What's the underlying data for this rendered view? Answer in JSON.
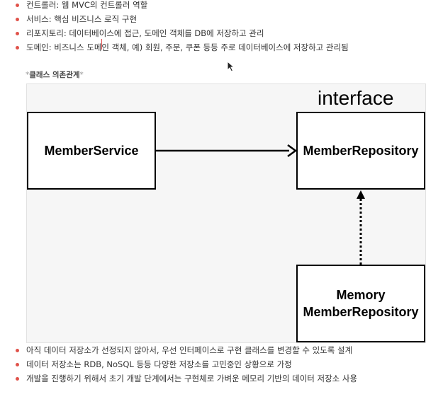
{
  "top_bullets": [
    "컨트롤러: 웹 MVC의 컨트롤러 역할",
    "서비스: 핵심 비즈니스 로직 구현",
    "리포지토리: 데이터베이스에 접근, 도메인 객체를 DB에 저장하고 관리",
    "도메인: 비즈니스 도메인 객체, 예) 회원, 주문, 쿠폰 등등 주로 데이터베이스에 저장하고 관리됨"
  ],
  "caption": {
    "prefix": "*",
    "text": "클래스 의존관계",
    "suffix": "*"
  },
  "diagram": {
    "interface_label": "interface",
    "service_box": "MemberService",
    "repository_box": "MemberRepository",
    "memory_box": "Memory\nMemberRepository"
  },
  "bottom_bullets": [
    "아직 데이터 저장소가 선정되지 않아서, 우선 인터페이스로 구현 클래스를 변경할 수 있도록 설계",
    "데이터 저장소는 RDB, NoSQL 등등 다양한 저장소를 고민중인 상황으로 가정",
    "개발을 진행하기 위해서 초기 개발 단계에서는 구현체로 가벼운 메모리 기반의 데이터 저장소 사용"
  ],
  "colors": {
    "bullet": "#e0524a",
    "text": "#333333",
    "diagram_bg": "#f6f6f6"
  }
}
